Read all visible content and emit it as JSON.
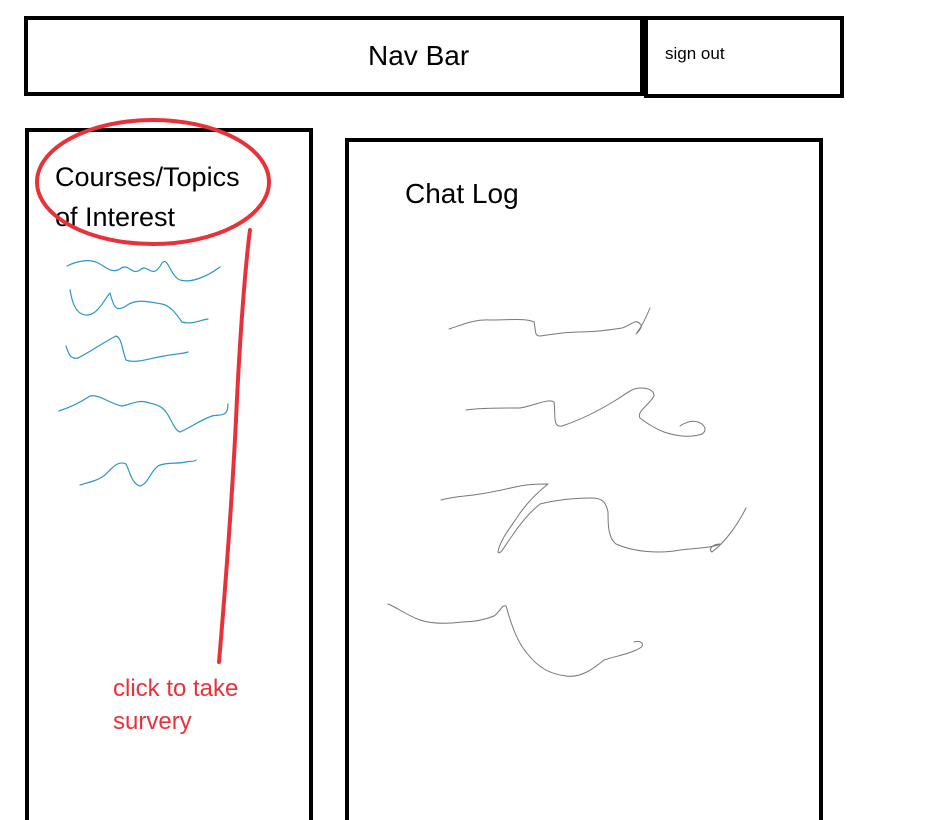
{
  "nav": {
    "title": "Nav Bar",
    "sign_out_label": "sign out"
  },
  "left_panel": {
    "heading_line1": "Courses/Topics",
    "heading_line2": "of Interest"
  },
  "chat_panel": {
    "heading": "Chat Log"
  },
  "annotation": {
    "line1": "click to take",
    "line2": "survery",
    "color": "#e8323a"
  },
  "colors": {
    "border": "#000000",
    "scribble_blue": "#2a97c8",
    "scribble_gray": "#777777"
  }
}
